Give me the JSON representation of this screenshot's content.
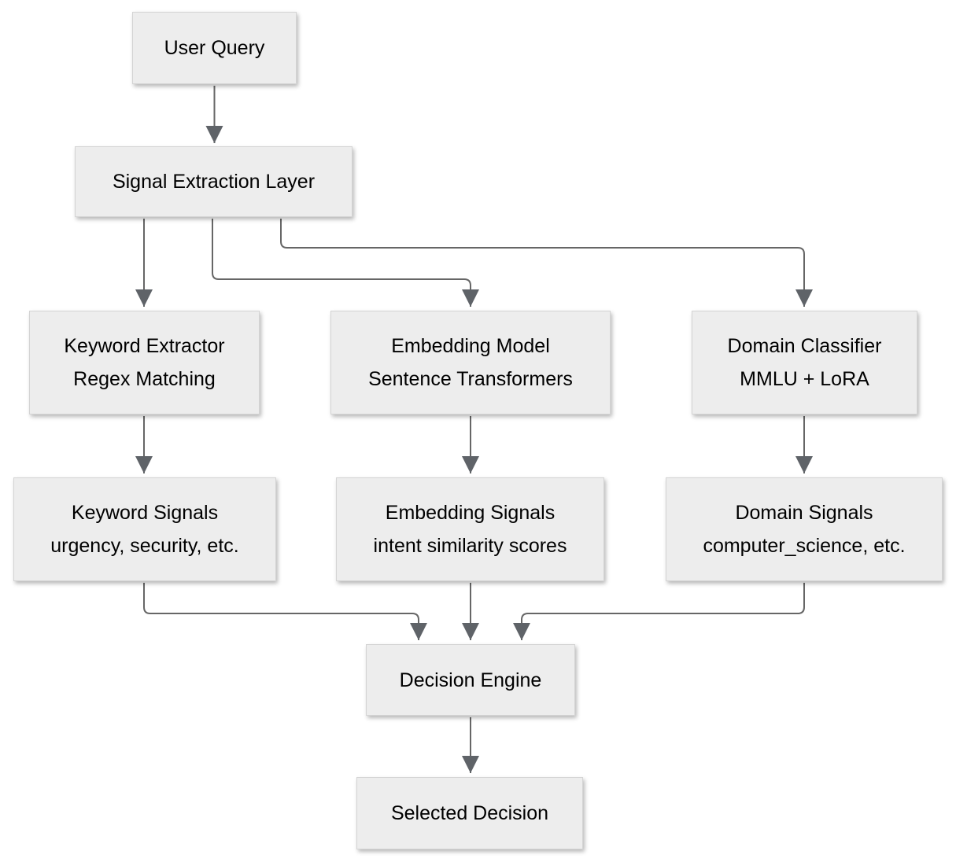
{
  "diagram": {
    "type": "flowchart",
    "background_color": "#ffffff",
    "node_fill_color": "#ededed",
    "node_border_color": "#d4d4d4",
    "edge_color": "#666666",
    "arrowhead_color": "#5f6368",
    "text_color": "#000000",
    "nodes": [
      {
        "id": "user-query",
        "label": "User Query"
      },
      {
        "id": "signal-extraction",
        "label": "Signal Extraction Layer"
      },
      {
        "id": "keyword-extractor",
        "label": "Keyword Extractor",
        "sublabel": "Regex Matching"
      },
      {
        "id": "embedding-model",
        "label": "Embedding Model",
        "sublabel": "Sentence Transformers"
      },
      {
        "id": "domain-classifier",
        "label": "Domain Classifier",
        "sublabel": "MMLU + LoRA"
      },
      {
        "id": "keyword-signals",
        "label": "Keyword Signals",
        "sublabel": "urgency, security, etc."
      },
      {
        "id": "embedding-signals",
        "label": "Embedding Signals",
        "sublabel": "intent similarity scores"
      },
      {
        "id": "domain-signals",
        "label": "Domain Signals",
        "sublabel": "computer_science, etc."
      },
      {
        "id": "decision-engine",
        "label": "Decision Engine"
      },
      {
        "id": "selected-decision",
        "label": "Selected Decision"
      }
    ],
    "edges": [
      {
        "from": "user-query",
        "to": "signal-extraction"
      },
      {
        "from": "signal-extraction",
        "to": "keyword-extractor"
      },
      {
        "from": "signal-extraction",
        "to": "embedding-model"
      },
      {
        "from": "signal-extraction",
        "to": "domain-classifier"
      },
      {
        "from": "keyword-extractor",
        "to": "keyword-signals"
      },
      {
        "from": "embedding-model",
        "to": "embedding-signals"
      },
      {
        "from": "domain-classifier",
        "to": "domain-signals"
      },
      {
        "from": "keyword-signals",
        "to": "decision-engine"
      },
      {
        "from": "embedding-signals",
        "to": "decision-engine"
      },
      {
        "from": "domain-signals",
        "to": "decision-engine"
      },
      {
        "from": "decision-engine",
        "to": "selected-decision"
      }
    ]
  }
}
